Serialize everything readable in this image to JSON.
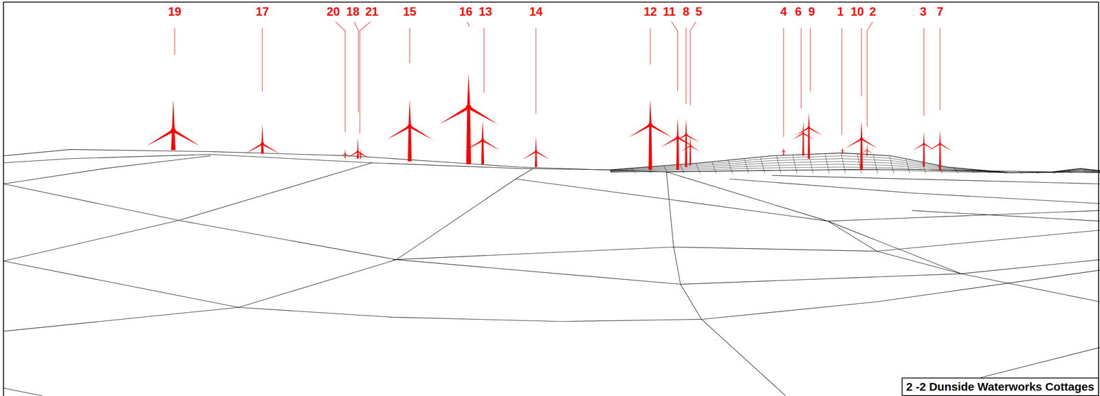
{
  "diagram": {
    "nodes": [
      {
        "text": [
          "2 -2 Dunside Waterworks Cottages"
        ]
      }
    ],
    "labels": [
      "19",
      "17",
      "20",
      "18",
      "21",
      "15",
      "16",
      "13",
      "14",
      "12",
      "11",
      "8",
      "5",
      "4",
      "6",
      "9",
      "1",
      "10",
      "2",
      "3",
      "7"
    ]
  }
}
